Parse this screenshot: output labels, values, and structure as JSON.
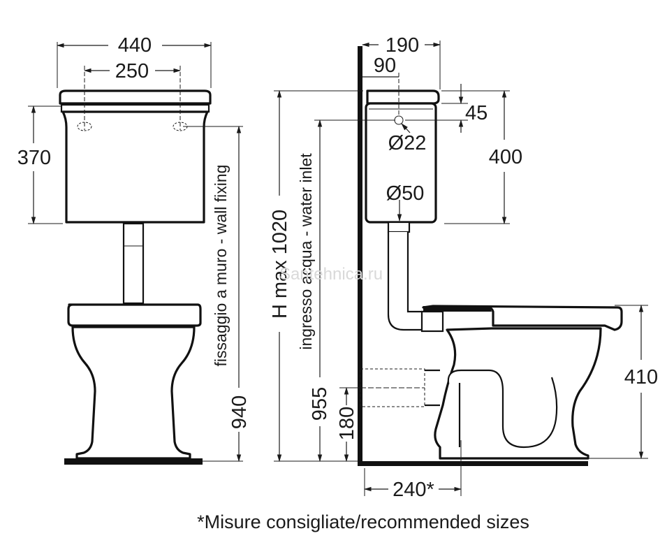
{
  "front_view": {
    "width_tank": "440",
    "width_fixing": "250",
    "height_tank": "370",
    "height_fixing": "940",
    "label_fixing": "fissaggio a muro - wall fixing"
  },
  "side_view": {
    "depth_total": "190",
    "depth_inner": "90",
    "offset_top": "45",
    "diameter_inlet": "Ø22",
    "diameter_outlet": "Ø50",
    "height_tank": "400",
    "height_max": "H max 1020",
    "height_inlet": "955",
    "label_inlet": "ingresso acqua - water inlet",
    "height_outlet": "180",
    "height_bowl": "410",
    "distance_wall": "240*"
  },
  "footnote": "*Misure consigliate/recommended sizes",
  "watermark": "Santehnica.ru"
}
